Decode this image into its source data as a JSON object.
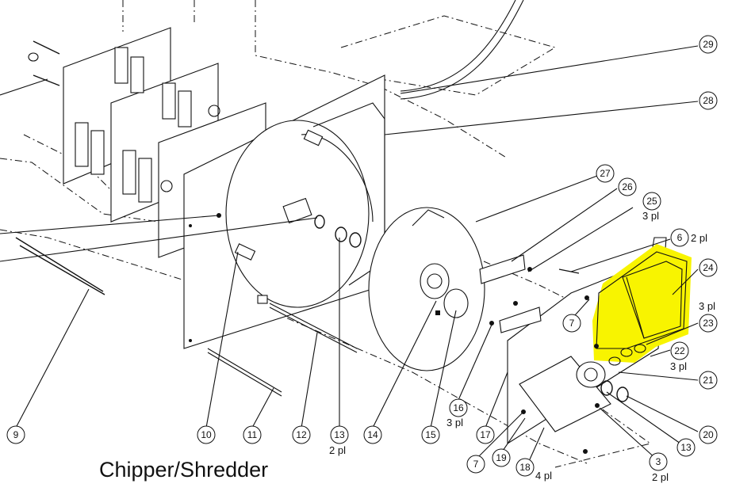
{
  "caption": "Chipper/Shredder",
  "highlight_color": "#f8f400",
  "callouts": [
    {
      "id": "c29",
      "label": "29"
    },
    {
      "id": "c28",
      "label": "28"
    },
    {
      "id": "c27",
      "label": "27"
    },
    {
      "id": "c26",
      "label": "26"
    },
    {
      "id": "c25",
      "label": "25"
    },
    {
      "id": "c6",
      "label": "6"
    },
    {
      "id": "c24",
      "label": "24"
    },
    {
      "id": "c23",
      "label": "23"
    },
    {
      "id": "c7a",
      "label": "7"
    },
    {
      "id": "c22",
      "label": "22"
    },
    {
      "id": "c21",
      "label": "21"
    },
    {
      "id": "c20",
      "label": "20"
    },
    {
      "id": "c13b",
      "label": "13"
    },
    {
      "id": "c3",
      "label": "3"
    },
    {
      "id": "c18",
      "label": "18"
    },
    {
      "id": "c19",
      "label": "19"
    },
    {
      "id": "c7b",
      "label": "7"
    },
    {
      "id": "c17",
      "label": "17"
    },
    {
      "id": "c16",
      "label": "16"
    },
    {
      "id": "c15",
      "label": "15"
    },
    {
      "id": "c14",
      "label": "14"
    },
    {
      "id": "c13a",
      "label": "13"
    },
    {
      "id": "c12",
      "label": "12"
    },
    {
      "id": "c11",
      "label": "11"
    },
    {
      "id": "c10",
      "label": "10"
    },
    {
      "id": "c9",
      "label": "9"
    }
  ],
  "quantities": {
    "q25": "3 pl",
    "q6": "2 pl",
    "q24": "3 pl",
    "q22": "3 pl",
    "q16": "3 pl",
    "q13": "2 pl",
    "q18": "4 pl",
    "q3": "2 pl"
  }
}
